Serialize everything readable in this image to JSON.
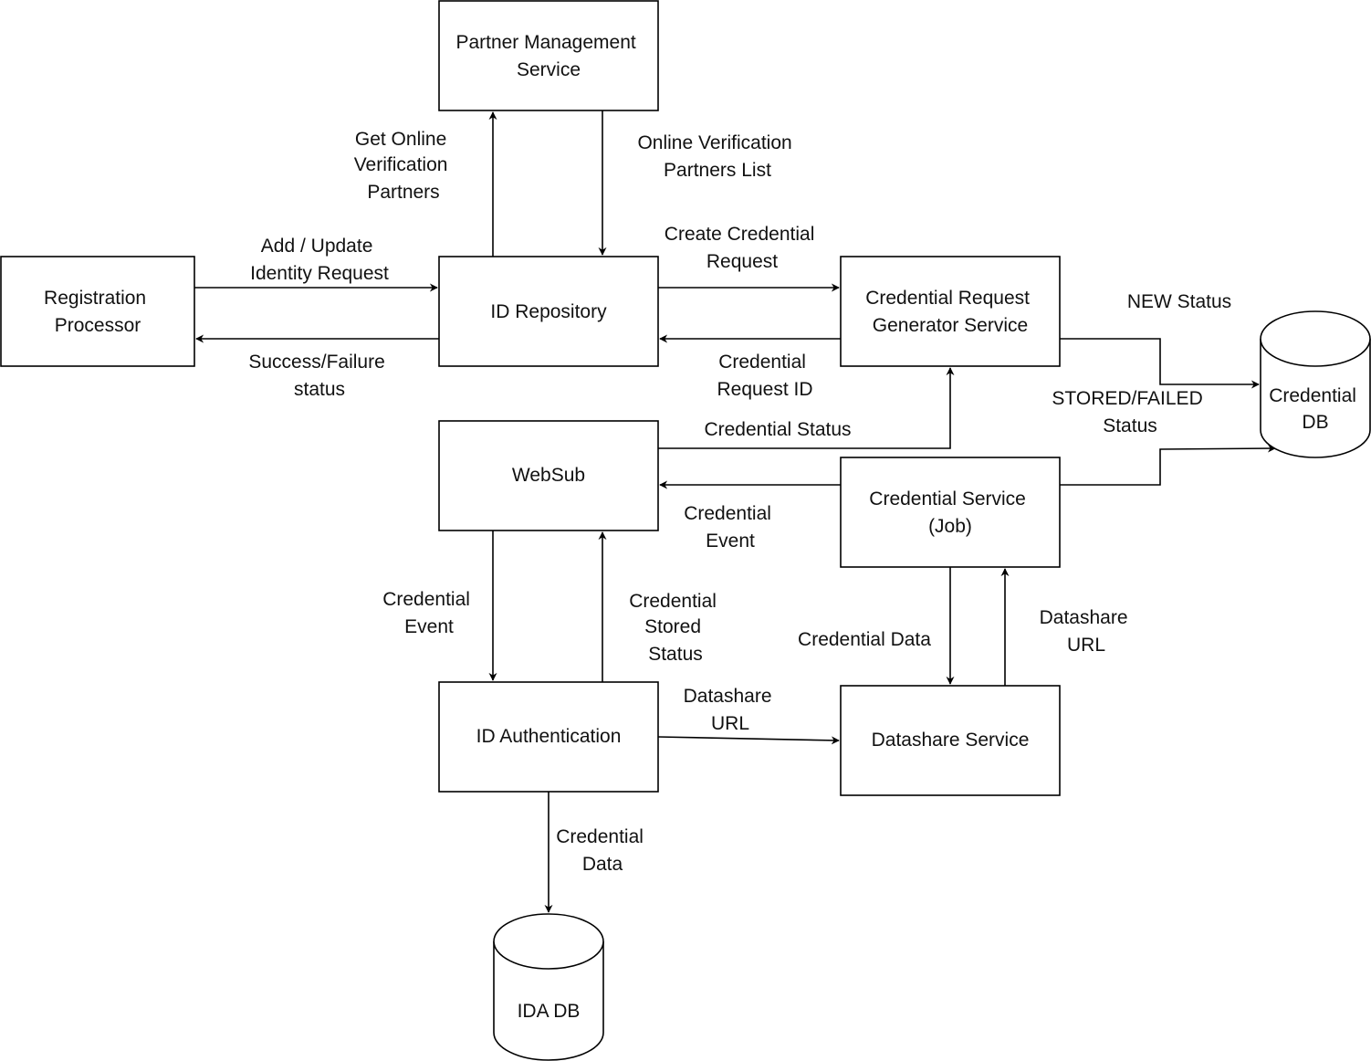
{
  "nodes": {
    "partner_management": {
      "lines": [
        "Partner Management",
        "Service"
      ]
    },
    "registration_processor": {
      "lines": [
        "Registration",
        "Processor"
      ]
    },
    "id_repository": {
      "lines": [
        "ID Repository"
      ]
    },
    "credential_request_generator": {
      "lines": [
        "Credential Request",
        "Generator Service"
      ]
    },
    "credential_db": {
      "lines": [
        "Credential",
        "DB"
      ]
    },
    "websub": {
      "lines": [
        "WebSub"
      ]
    },
    "credential_service": {
      "lines": [
        "Credential Service",
        "(Job)"
      ]
    },
    "id_authentication": {
      "lines": [
        "ID Authentication"
      ]
    },
    "datashare_service": {
      "lines": [
        "Datashare Service"
      ]
    },
    "ida_db": {
      "lines": [
        "IDA DB"
      ]
    }
  },
  "edges": {
    "get_partners": {
      "lines": [
        "Get Online",
        "Verification",
        "Partners"
      ]
    },
    "partners_list": {
      "lines": [
        "Online Verification",
        "Partners List"
      ]
    },
    "add_update": {
      "lines": [
        "Add / Update",
        "Identity Request"
      ]
    },
    "success_failure": {
      "lines": [
        "Success/Failure",
        "status"
      ]
    },
    "create_credential": {
      "lines": [
        "Create Credential",
        "Request"
      ]
    },
    "credential_request_id": {
      "lines": [
        "Credential",
        "Request ID"
      ]
    },
    "new_status": {
      "lines": [
        "NEW Status"
      ]
    },
    "stored_failed": {
      "lines": [
        "STORED/FAILED",
        "Status"
      ]
    },
    "credential_status": {
      "lines": [
        "Credential Status"
      ]
    },
    "credential_event_cs": {
      "lines": [
        "Credential",
        "Event"
      ]
    },
    "credential_event_ws": {
      "lines": [
        "Credential",
        "Event"
      ]
    },
    "credential_stored_status": {
      "lines": [
        "Credential",
        "Stored",
        "Status"
      ]
    },
    "credential_data_cs": {
      "lines": [
        "Credential Data"
      ]
    },
    "datashare_url_ds": {
      "lines": [
        "Datashare",
        "URL"
      ]
    },
    "datashare_url_ida": {
      "lines": [
        "Datashare",
        "URL"
      ]
    },
    "credential_data_ida": {
      "lines": [
        "Credential",
        "Data"
      ]
    }
  }
}
